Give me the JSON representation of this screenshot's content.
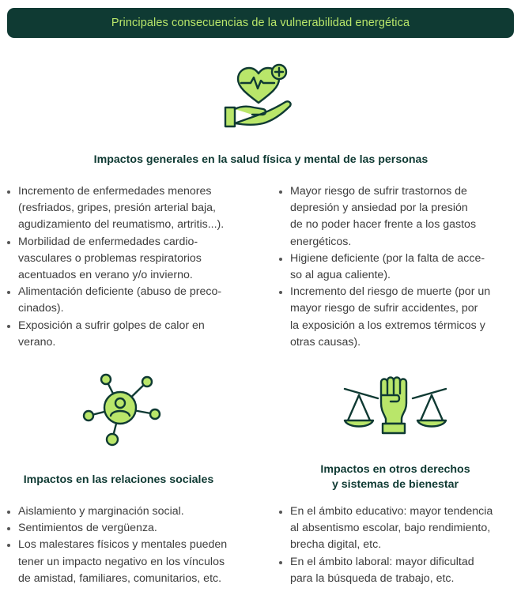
{
  "banner": {
    "title": "Principales consecuencias de la vulnerabilidad energética"
  },
  "sections": {
    "salud": {
      "heading": "Impactos generales en la salud física y mental de las personas",
      "left_items": [
        [
          "Incremento de enfermedades menores",
          "(resfriados, gripes, presión arterial baja,",
          "agudizamiento del reumatismo, artritis...)."
        ],
        [
          "Morbilidad de enfermedades cardio-",
          "vasculares o problemas respiratorios",
          "acentuados en verano y/o invierno."
        ],
        [
          "Alimentación deficiente (abuso de preco-",
          "cinados)."
        ],
        [
          "Exposición a sufrir golpes de calor en",
          "verano."
        ]
      ],
      "right_items": [
        [
          "Mayor riesgo de sufrir trastornos de",
          "depresión y ansiedad por la presión",
          "de no poder hacer frente a los gastos",
          "energéticos."
        ],
        [
          "Higiene deficiente (por la falta de acce-",
          "so al agua caliente)."
        ],
        [
          "Incremento del riesgo de muerte (por un",
          "mayor riesgo de sufrir accidentes, por",
          "la exposición a los extremos térmicos y",
          "otras causas)."
        ]
      ]
    },
    "social": {
      "heading": "Impactos en las relaciones sociales",
      "items": [
        [
          "Aislamiento y marginación social."
        ],
        [
          "Sentimientos de vergüenza."
        ],
        [
          "Los malestares físicos y mentales pueden",
          "tener un impacto negativo en los vínculos",
          "de amistad, familiares, comunitarios, etc."
        ]
      ]
    },
    "derechos": {
      "heading_lines": [
        "Impactos en otros derechos",
        "y sistemas de bienestar"
      ],
      "items": [
        [
          "En el ámbito educativo: mayor tendencia",
          "al absentismo escolar, bajo rendimiento,",
          "brecha digital, etc."
        ],
        [
          "En el ámbito laboral: mayor dificultad",
          "para la búsqueda de trabajo, etc."
        ]
      ]
    }
  },
  "icons": {
    "health": "heart-in-hand-icon",
    "network": "social-network-icon",
    "justice": "fist-scales-icon"
  },
  "colors": {
    "dark_green": "#0f3a33",
    "accent_green": "#b9e66a"
  }
}
